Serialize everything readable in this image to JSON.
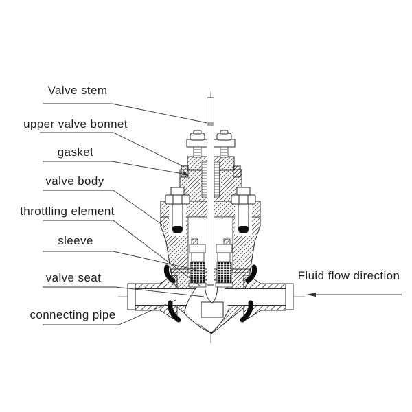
{
  "diagram": {
    "type": "technical-cross-section",
    "subject": "throttle valve cutaway with part labels",
    "background_color": "#ffffff",
    "line_color": "#2a2a2a",
    "seal_color": "#0b0b0b",
    "labels": [
      {
        "id": "valve-stem",
        "text": "Valve stem"
      },
      {
        "id": "upper-valve-bonnet",
        "text": "upper valve bonnet"
      },
      {
        "id": "gasket",
        "text": "gasket"
      },
      {
        "id": "valve-body",
        "text": "valve body"
      },
      {
        "id": "throttling-element",
        "text": "throttling element"
      },
      {
        "id": "sleeve",
        "text": "sleeve"
      },
      {
        "id": "valve-seat",
        "text": "valve seat"
      },
      {
        "id": "connecting-pipe",
        "text": "connecting pipe"
      }
    ],
    "flow": {
      "text": "Fluid flow direction",
      "direction": "left"
    }
  }
}
